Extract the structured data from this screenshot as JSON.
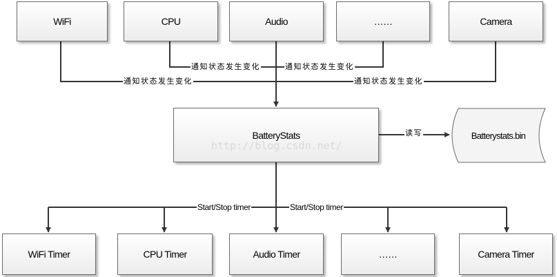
{
  "top_modules": [
    "WiFi",
    "CPU",
    "Audio",
    "……",
    "Camera"
  ],
  "center": "BatteryStats",
  "storage": "Batterystats.bin",
  "bottom_modules": [
    "WiFi Timer",
    "CPU Timer",
    "Audio Timer",
    "……",
    "Camera Timer"
  ],
  "labels": {
    "notify_cpu": "通知状态发生变化",
    "notify_dots": "通知状态发生变化",
    "notify_wifi": "通知状态发生变化",
    "notify_camera": "通知状态发生变化",
    "read_write": "读写",
    "start_stop_left": "Start/Stop timer",
    "start_stop_right": "Start/Stop timer"
  },
  "watermark": "http://blog.csdn.net/"
}
